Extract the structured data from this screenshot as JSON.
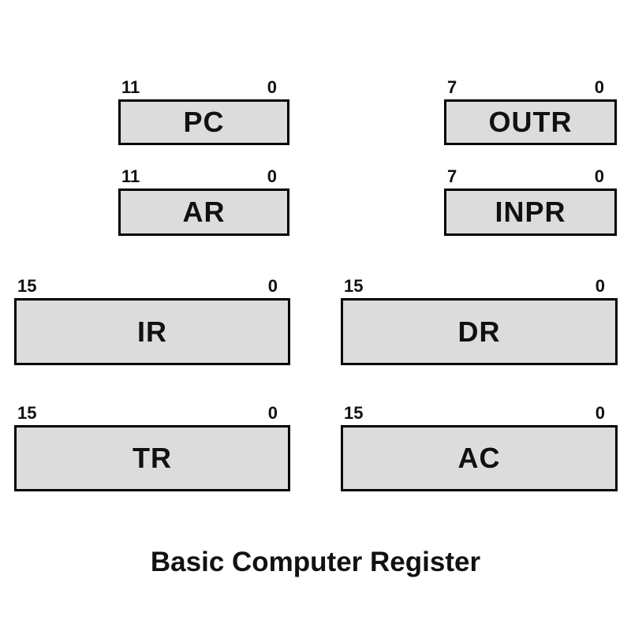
{
  "title": "Basic Computer Register",
  "colors": {
    "background": "#ffffff",
    "box_fill": "#dcdcdc",
    "box_border": "#000000",
    "text": "#111111"
  },
  "registers": [
    {
      "id": "pc",
      "name": "PC",
      "high_bit": "11",
      "low_bit": "0"
    },
    {
      "id": "ar",
      "name": "AR",
      "high_bit": "11",
      "low_bit": "0"
    },
    {
      "id": "outr",
      "name": "OUTR",
      "high_bit": "7",
      "low_bit": "0"
    },
    {
      "id": "inpr",
      "name": "INPR",
      "high_bit": "7",
      "low_bit": "0"
    },
    {
      "id": "ir",
      "name": "IR",
      "high_bit": "15",
      "low_bit": "0"
    },
    {
      "id": "dr",
      "name": "DR",
      "high_bit": "15",
      "low_bit": "0"
    },
    {
      "id": "tr",
      "name": "TR",
      "high_bit": "15",
      "low_bit": "0"
    },
    {
      "id": "ac",
      "name": "AC",
      "high_bit": "15",
      "low_bit": "0"
    }
  ]
}
